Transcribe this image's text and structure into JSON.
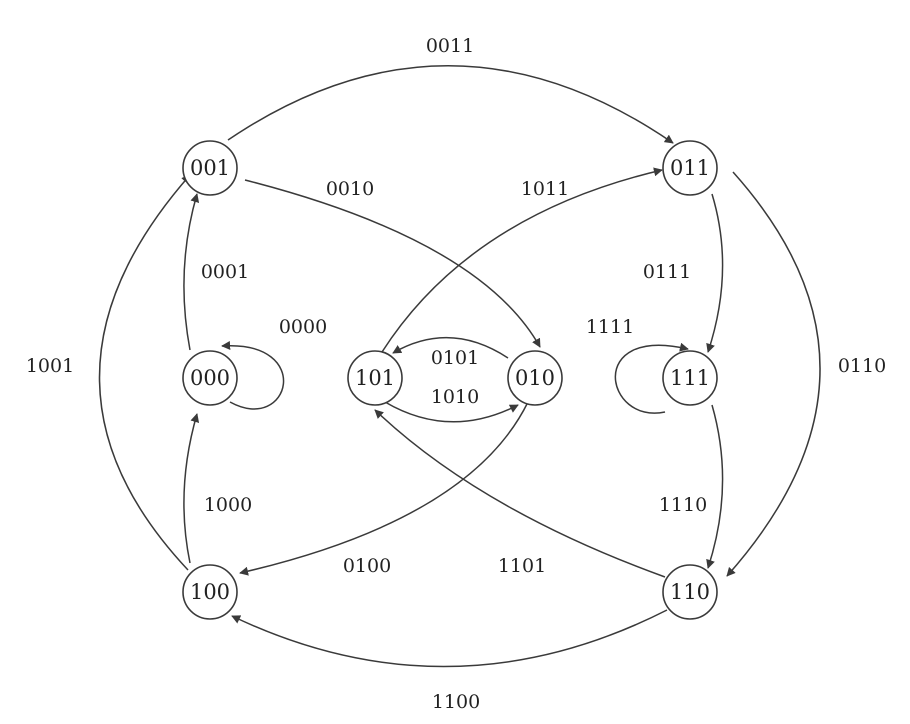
{
  "states": [
    {
      "id": "001",
      "label": "001"
    },
    {
      "id": "011",
      "label": "011"
    },
    {
      "id": "000",
      "label": "000"
    },
    {
      "id": "101",
      "label": "101"
    },
    {
      "id": "010",
      "label": "010"
    },
    {
      "id": "111",
      "label": "111"
    },
    {
      "id": "100",
      "label": "100"
    },
    {
      "id": "110",
      "label": "110"
    }
  ],
  "transitions": [
    {
      "id": "t0011",
      "from": "001",
      "to": "011",
      "label": "0011"
    },
    {
      "id": "t0010",
      "from": "001",
      "to": "010",
      "label": "0010"
    },
    {
      "id": "t1011",
      "from": "101",
      "to": "011",
      "label": "1011"
    },
    {
      "id": "t0001",
      "from": "000",
      "to": "001",
      "label": "0001"
    },
    {
      "id": "t0111",
      "from": "011",
      "to": "111",
      "label": "0111"
    },
    {
      "id": "t0000",
      "from": "000",
      "to": "000",
      "label": "0000"
    },
    {
      "id": "t1111",
      "from": "111",
      "to": "111",
      "label": "1111"
    },
    {
      "id": "t0101",
      "from": "010",
      "to": "101",
      "label": "0101"
    },
    {
      "id": "t1010",
      "from": "101",
      "to": "010",
      "label": "1010"
    },
    {
      "id": "t1001",
      "from": "100",
      "to": "001",
      "label": "1001"
    },
    {
      "id": "t0110",
      "from": "011",
      "to": "110",
      "label": "0110"
    },
    {
      "id": "t1000",
      "from": "100",
      "to": "000",
      "label": "1000"
    },
    {
      "id": "t1110",
      "from": "111",
      "to": "110",
      "label": "1110"
    },
    {
      "id": "t0100",
      "from": "010",
      "to": "100",
      "label": "0100"
    },
    {
      "id": "t1101",
      "from": "110",
      "to": "101",
      "label": "1101"
    },
    {
      "id": "t1100",
      "from": "110",
      "to": "100",
      "label": "1100"
    }
  ]
}
